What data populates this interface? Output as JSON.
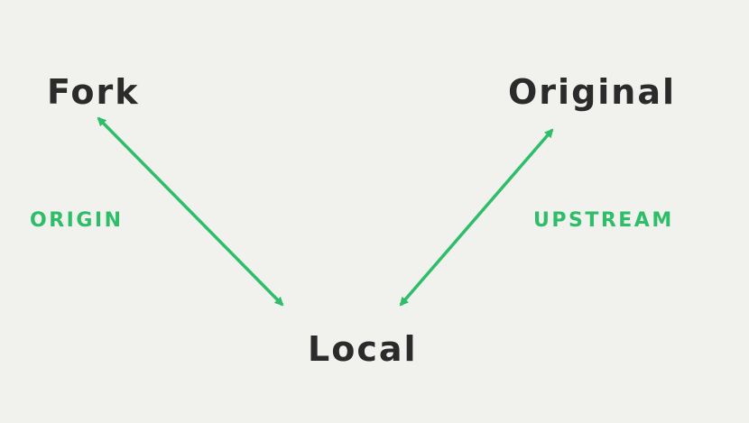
{
  "nodes": {
    "fork": "Fork",
    "original": "Original",
    "local": "Local"
  },
  "edges": {
    "origin": "ORIGIN",
    "upstream": "UPSTREAM"
  },
  "colors": {
    "background": "#f1f1ed",
    "text": "#2b2b2b",
    "accent": "#2ebd68"
  }
}
